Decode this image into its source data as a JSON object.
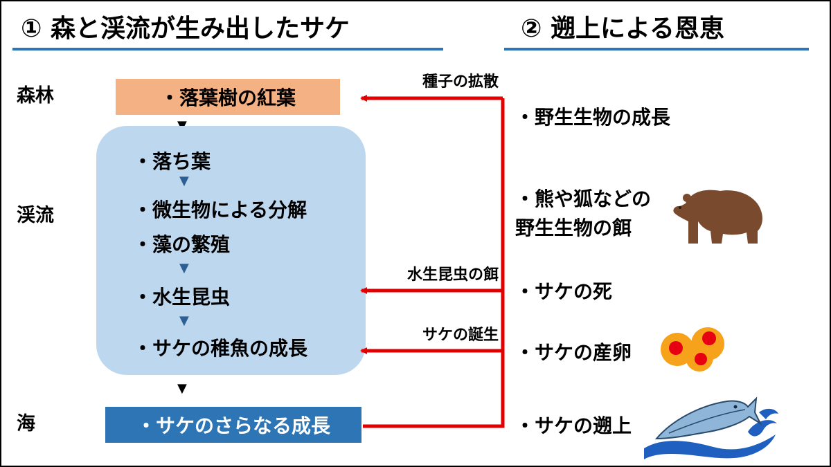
{
  "titles": {
    "left": "① 森と渓流が生み出したサケ",
    "right": "② 遡上による恩恵"
  },
  "zones": {
    "forest": "森林",
    "stream": "渓流",
    "sea": "海"
  },
  "forest_box": "・落葉樹の紅葉",
  "down_marker": "▼",
  "stream_steps": [
    "・落ち葉",
    "・微生物による分解",
    "・藻の繁殖",
    "・水生昆虫",
    "・サケの稚魚の成長"
  ],
  "sea_box": "・サケのさらなる成長",
  "arrow_labels": {
    "seed": "種子の拡散",
    "insect_food": "水生昆虫の餌",
    "birth": "サケの誕生"
  },
  "benefits": {
    "wildlife_growth": "・野生生物の成長",
    "bear_fox_line1": "・熊や狐などの",
    "bear_fox_line2": "野生生物の餌",
    "salmon_death": "・サケの死",
    "salmon_spawn": "・サケの産卵",
    "salmon_run": "・サケの遡上"
  },
  "colors": {
    "title_rule": "#2e75b6",
    "autumn_box": "#f4b183",
    "stream_bg": "#bdd7ee",
    "sea_box": "#2e75b6",
    "arrow": "#e00000",
    "bear": "#7a4a2e",
    "egg_outer": "#f7a21b",
    "egg_inner": "#e60012",
    "fish_body": "#8fb6d9",
    "wave": "#1f5fbf"
  },
  "icons": [
    "bear-icon",
    "salmon-eggs-icon",
    "salmon-wave-icon"
  ]
}
